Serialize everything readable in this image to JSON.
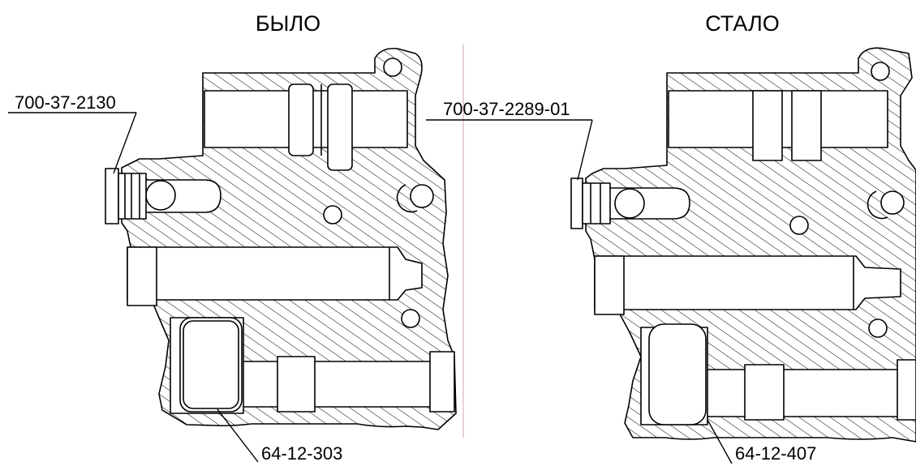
{
  "panels": [
    {
      "title": "БЫЛО",
      "plug_part_no": "700-37-2130",
      "cover_part_no": "64-12-303"
    },
    {
      "title": "СТАЛО",
      "plug_part_no": "700-37-2289-01",
      "cover_part_no": "64-12-407"
    }
  ],
  "colors": {
    "line": "#000000",
    "divider": "#d9b3b3",
    "background": "#ffffff"
  }
}
